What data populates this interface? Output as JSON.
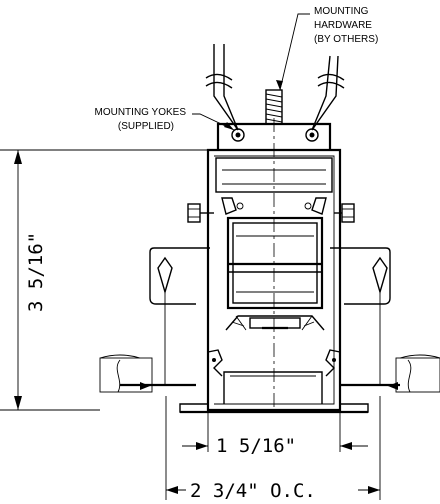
{
  "labels": {
    "hardware_line1": "MOUNTING",
    "hardware_line2": "HARDWARE",
    "hardware_line3": "(BY OTHERS)",
    "yokes_line1": "MOUNTING YOKES",
    "yokes_line2": "(SUPPLIED)"
  },
  "dimensions": {
    "height": "3 5/16\"",
    "inner_width": "1 5/16\"",
    "spacing": "2 3/4\" O.C."
  }
}
